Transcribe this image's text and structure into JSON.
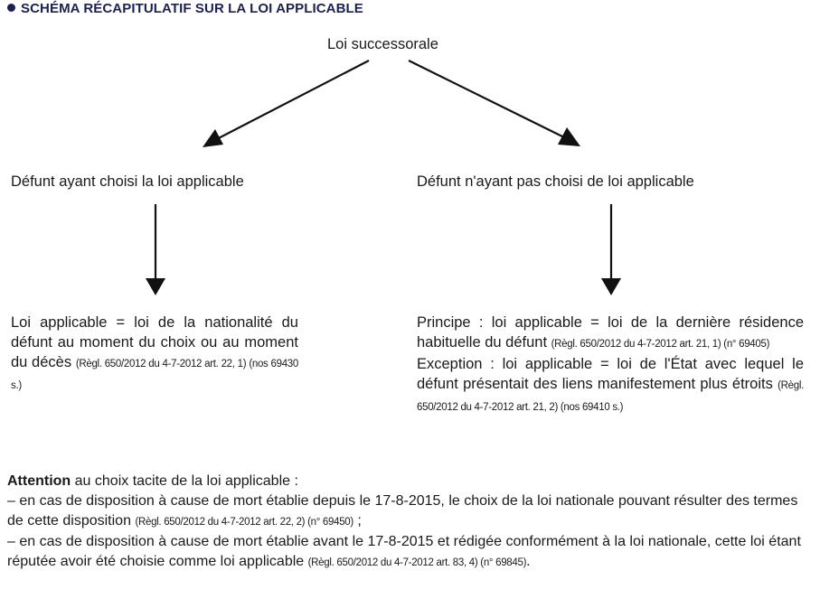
{
  "title": "SCHÉMA RÉCAPITULATIF SUR LA LOI APPLICABLE",
  "root": "Loi successorale",
  "left": {
    "heading": "Défunt ayant choisi la loi applicable",
    "text": "Loi applicable = loi de la nationalité du défunt au moment du choix ou au moment du décès",
    "ref": "(Règl. 650/2012 du 4-7-2012 art. 22, 1) (nos 69430 s.)"
  },
  "right": {
    "heading": "Défunt n'ayant pas choisi de loi applicable",
    "principle": "Principe : loi applicable = loi de la dernière résidence habituelle du défunt",
    "principle_ref": "(Règl. 650/2012 du 4-7-2012 art. 21, 1) (n° 69405)",
    "exception": "Exception : loi applicable = loi de l'État avec lequel le défunt présentait des liens manifestement plus étroits",
    "exception_ref": "(Règl. 650/2012 du 4-7-2012 art. 21, 2) (nos 69410 s.)"
  },
  "note": {
    "bold": "Attention",
    "intro": " au choix tacite de la loi applicable :",
    "item1": "– en cas de disposition à cause de mort établie depuis le 17-8-2015, le choix de la loi nationale pouvant résulter des termes de cette disposition",
    "item1_ref": "(Règl. 650/2012 du 4-7-2012 art. 22, 2) (n° 69450)",
    "item1_end": " ;",
    "item2": "– en cas de disposition à cause de mort établie avant le 17-8-2015 et rédigée conformément à la loi nationale, cette loi étant réputée avoir été choisie comme loi applicable",
    "item2_ref": "(Règl. 650/2012 du 4-7-2012 art. 83, 4) (n° 69845)",
    "item2_end": "."
  }
}
